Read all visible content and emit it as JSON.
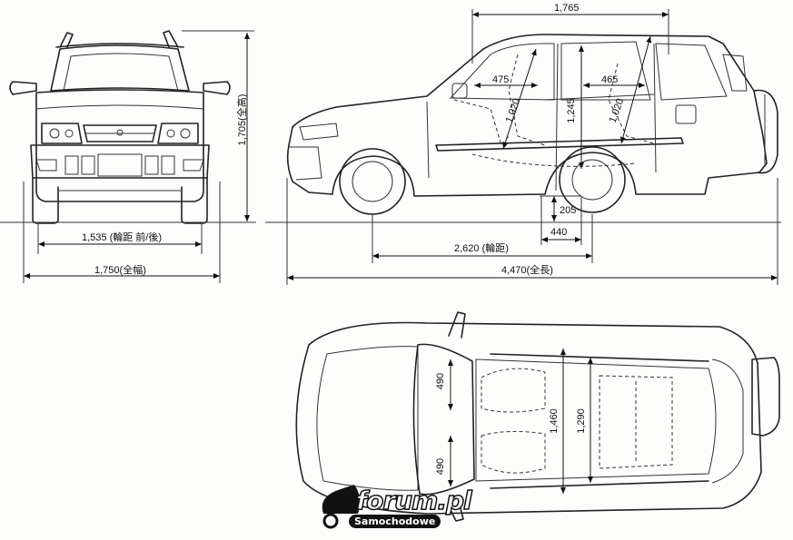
{
  "dimensions": {
    "overall_height": "1,705(全高)",
    "tread": "1,535 (輪距 前/後)",
    "overall_width": "1,750(全幅)",
    "top_width": "1,765",
    "front_headroom_len": "475",
    "rear_headroom_len": "465",
    "front_seat_height": "1,020",
    "interior_height": "1,245",
    "rear_seat_height": "1,020",
    "ground_clearance": "205",
    "rear_overhang_floor": "440",
    "wheelbase": "2,620 (輪距)",
    "overall_length": "4,470(全長)",
    "seat_width_front": "490",
    "seat_width_rear": "490",
    "cabin_width_front": "1,460",
    "cabin_width_rear": "1,290"
  },
  "watermark": {
    "brand": "forum.pl",
    "sub": "Samochodowe"
  }
}
